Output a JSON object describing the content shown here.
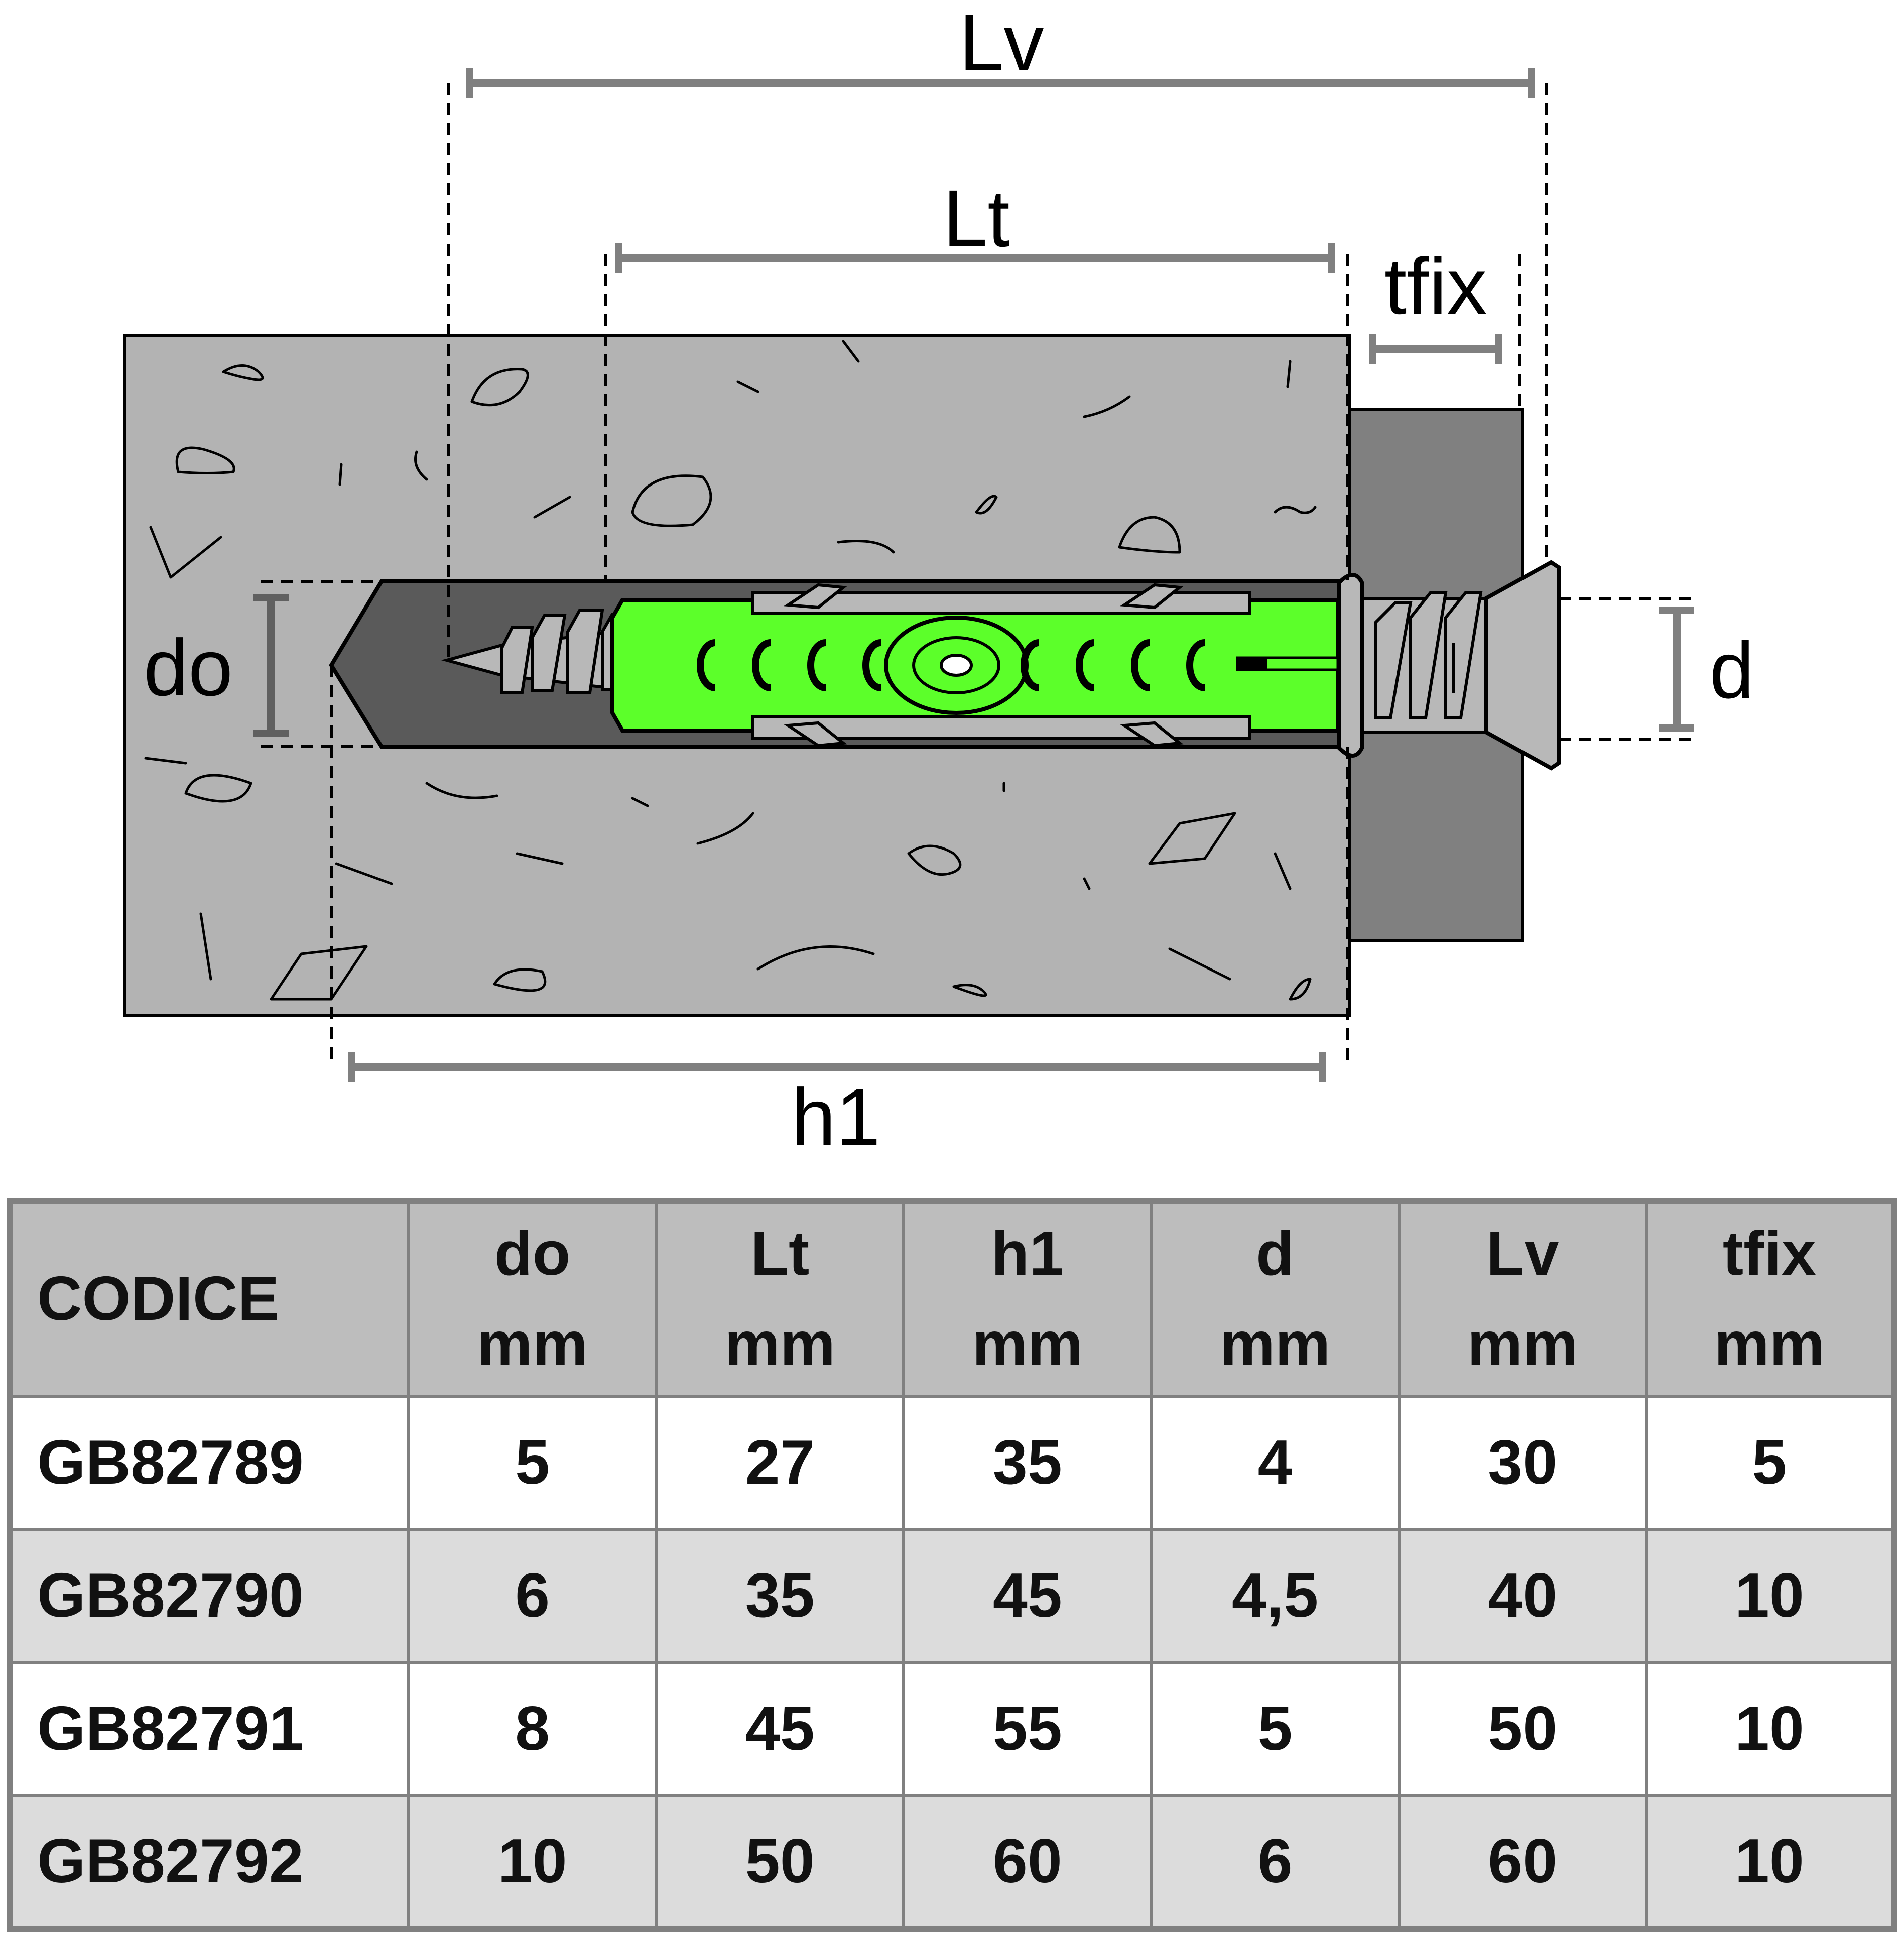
{
  "diagram": {
    "labels": {
      "Lv": "Lv",
      "Lt": "Lt",
      "tfix": "tfix",
      "do": "do",
      "d": "d",
      "h1": "h1"
    },
    "colors": {
      "concrete": "#b3b3b3",
      "hole": "#5a5a5a",
      "fixture": "#808080",
      "anchor": "#5cff2a",
      "screw": "#b8b8b8",
      "dimension": "#808080"
    }
  },
  "table": {
    "headers": [
      {
        "line1": "CODICE",
        "line2": ""
      },
      {
        "line1": "do",
        "line2": "mm"
      },
      {
        "line1": "Lt",
        "line2": "mm"
      },
      {
        "line1": "h1",
        "line2": "mm"
      },
      {
        "line1": "d",
        "line2": "mm"
      },
      {
        "line1": "Lv",
        "line2": "mm"
      },
      {
        "line1": "tfix",
        "line2": "mm"
      }
    ],
    "rows": [
      [
        "GB82789",
        "5",
        "27",
        "35",
        "4",
        "30",
        "5"
      ],
      [
        "GB82790",
        "6",
        "35",
        "45",
        "4,5",
        "40",
        "10"
      ],
      [
        "GB82791",
        "8",
        "45",
        "55",
        "5",
        "50",
        "10"
      ],
      [
        "GB82792",
        "10",
        "50",
        "60",
        "6",
        "60",
        "10"
      ]
    ]
  }
}
